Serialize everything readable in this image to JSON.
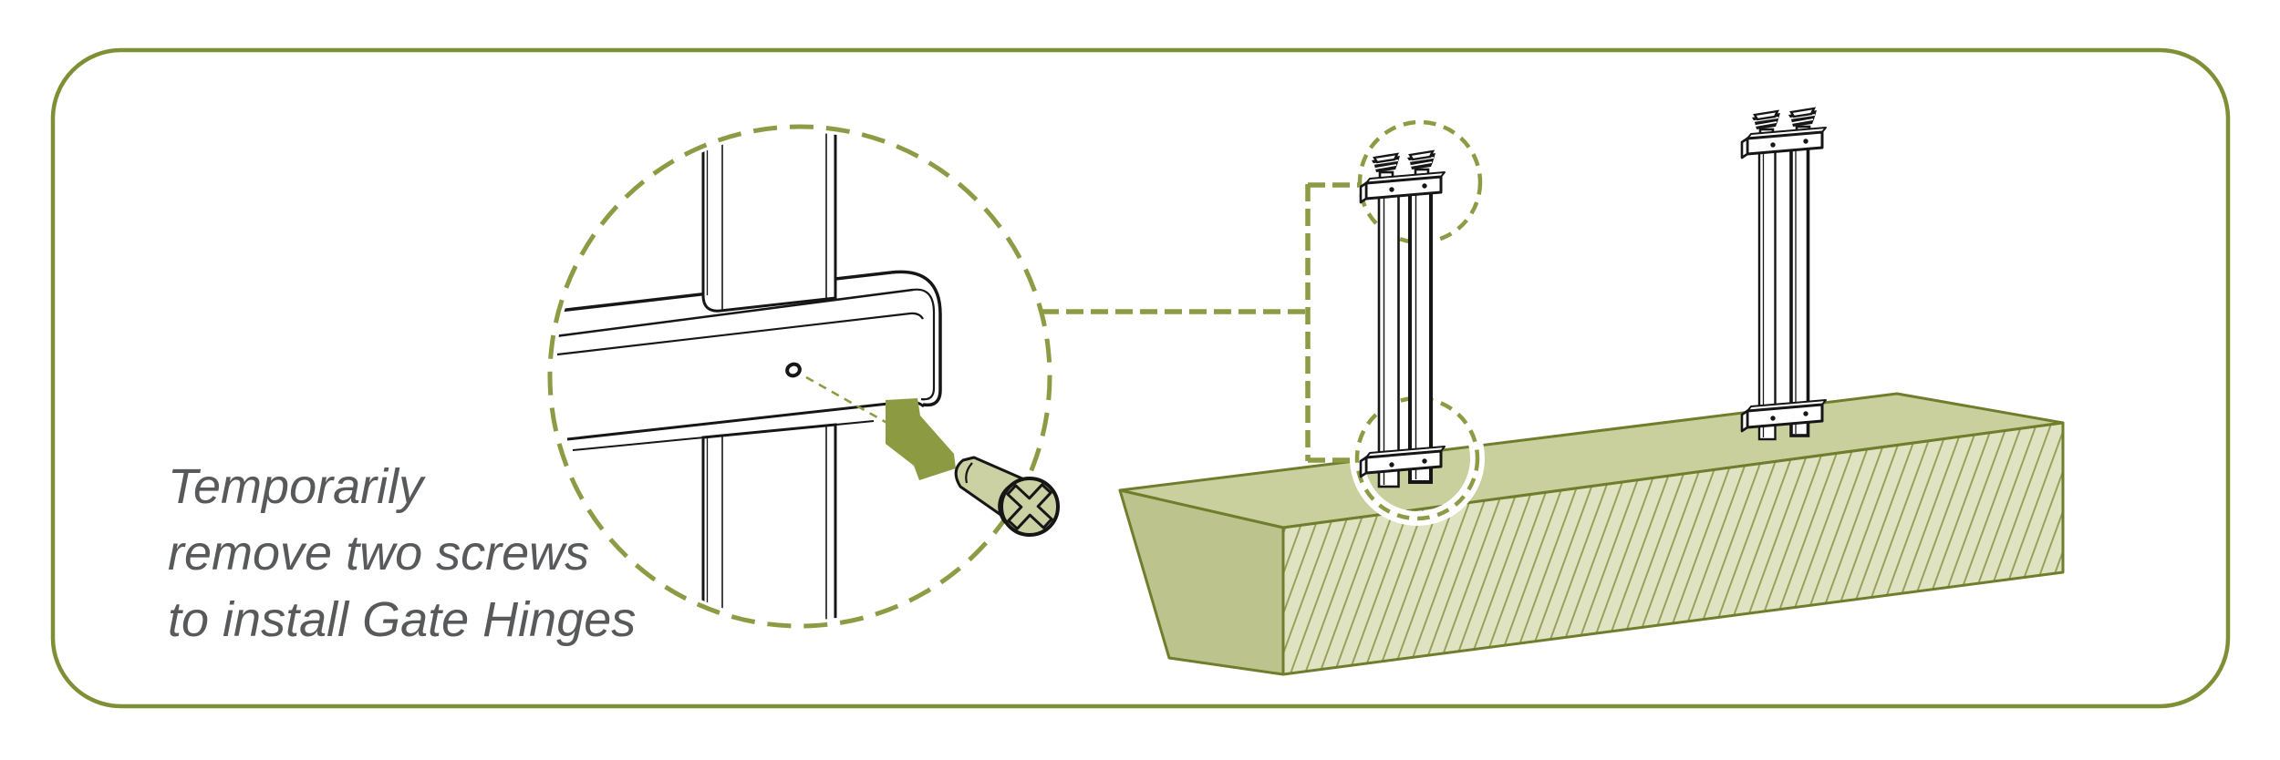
{
  "caption": {
    "lines": [
      "Temporarily",
      "remove two screws",
      "to install Gate Hinges"
    ]
  },
  "colors": {
    "frame": "#7e9036",
    "dash": "#8d9c44",
    "arrow": "#8c9b42",
    "screwFill": "#ccd1a3",
    "beamTop": "#cacf9e",
    "beamLeft": "#bcc38c",
    "beamFront": "#e0e3c1",
    "beamHatch": "#96a25c",
    "beamOutline": "#6f7e2d",
    "ink": "#161616",
    "text": "#58595b",
    "bg": "#ffffff"
  }
}
